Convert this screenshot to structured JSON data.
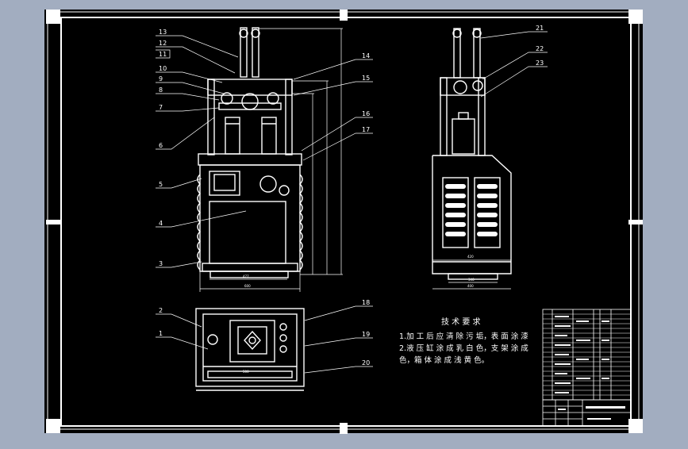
{
  "balloons": {
    "n1": "1",
    "n2": "2",
    "n3": "3",
    "n4": "4",
    "n5": "5",
    "n6": "6",
    "n7": "7",
    "n8": "8",
    "n9": "9",
    "n10": "10",
    "n11": "11",
    "n12": "12",
    "n13": "13",
    "n14": "14",
    "n15": "15",
    "n16": "16",
    "n17": "17",
    "n18": "18",
    "n19": "19",
    "n20": "20",
    "n21": "21",
    "n22": "22",
    "n23": "23"
  },
  "dimensions": {
    "front_inner_width": "477",
    "front_outer_width": "600",
    "side_inner_width": "420",
    "side_base_width": "340",
    "side_outer_width": "400",
    "top_inner_width": "500"
  },
  "tech_requirements": {
    "title": "技 术 要 求",
    "line1": "1.加 工 后 应 清 除 污 垢，表 面 涂 漆",
    "line2": "2.液 压 缸 涂 成 乳 白 色，支 架 涂 成",
    "line3": "色，箱 体 涂 成 浅 黄 色。"
  },
  "colors": {
    "sheet_background": "#000000",
    "frame": "#ffffff",
    "outer_background": "#a2adc0"
  }
}
